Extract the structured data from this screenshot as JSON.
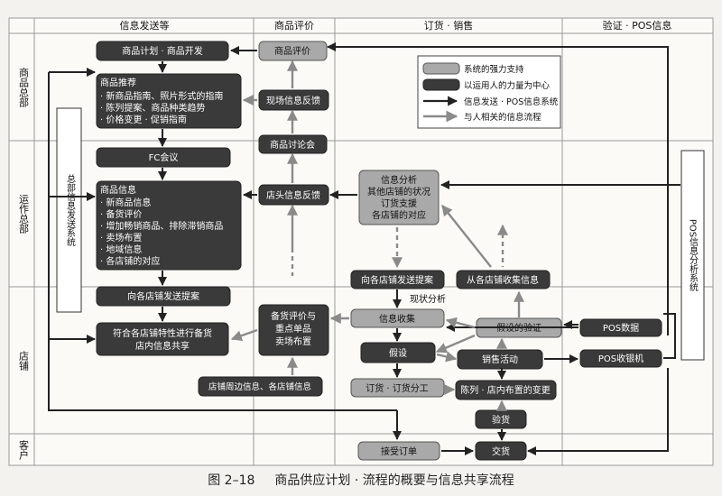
{
  "columns": [
    "信息发送等",
    "商品评价",
    "订货 · 销售",
    "验证 · POS信息"
  ],
  "rows": [
    "商品总部",
    "运作总部",
    "店铺",
    "客户"
  ],
  "nodes": {
    "plan": "商品计划 · 商品开发",
    "recommend_title": "商品推荐",
    "recommend_items": [
      "· 新商品指南、照片形式的指南",
      "· 陈列提案、商品种类趋势",
      "· 价格变更 · 促销指南"
    ],
    "fc": "FC会议",
    "info_title": "商品信息",
    "info_items": [
      "· 新商品信息",
      "· 备货评价",
      "· 增加畅销商品、排除滞销商品",
      "· 卖场布置",
      "· 地域信息",
      "· 各店铺的对应"
    ],
    "proposal_to_stores": "向各店铺发送提案",
    "share": [
      "符合各店铺特性进行备货",
      "店内信息共享"
    ],
    "hq_system": [
      "总部信息发送系统"
    ],
    "eval": "商品评价",
    "field_feedback": "现场信息反馈",
    "product_meeting": "商品讨论会",
    "store_feedback": "店头信息反馈",
    "assort_eval": [
      "备货评价与",
      "重点单品",
      "卖场布置"
    ],
    "surrounding": "店铺周边信息、各店铺信息",
    "analysis": [
      "信息分析",
      "其他店铺的状况",
      "订货支援",
      "各店铺的对应"
    ],
    "send_proposals": "向各店铺发送提案",
    "collect_from": "从各店铺收集信息",
    "status_analysis": "现状分析",
    "info_collect": "信息收集",
    "hypothesis": "假设",
    "order": "订货 · 订货分工",
    "verify": "假设的验证",
    "sales": "销售活动",
    "display": "陈列 · 店内布置的变更",
    "inspect": "验货",
    "accept": "接受订单",
    "delivery": "交货",
    "pos_data": "POS数据",
    "pos_register": "POS收银机",
    "pos_system": "POS信息分析系统"
  },
  "legend": [
    "系统的强力支持",
    "以运用人的力量为中心",
    "信息发送 · POS信息系统",
    "与人相关的信息流程"
  ],
  "colors": {
    "dark": "#3b3a3a",
    "light": "#a9a9a9",
    "arrow_dark": "#222222",
    "arrow_light": "#8a8a8a"
  },
  "caption": {
    "figure": "图 2–18",
    "title": "商品供应计划 · 流程的概要与信息共享流程"
  }
}
